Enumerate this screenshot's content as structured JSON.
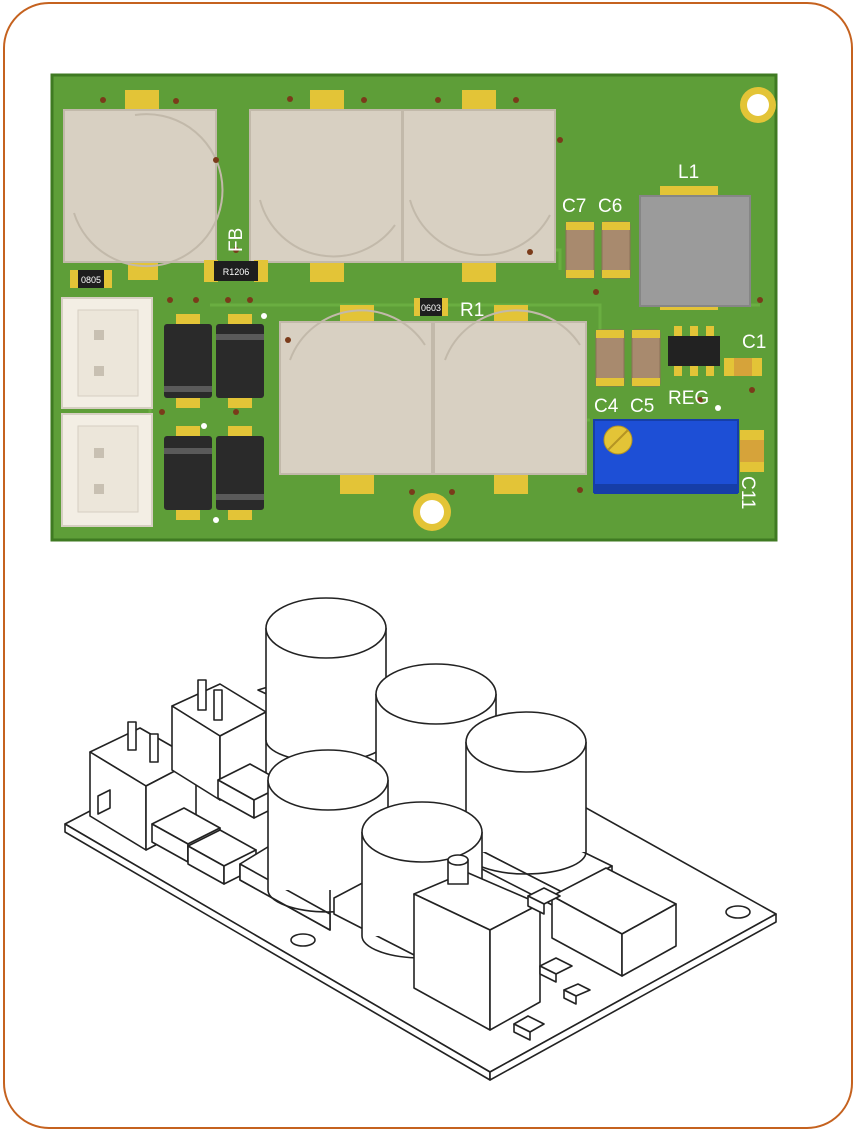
{
  "top_view": {
    "designators": {
      "fb": "FB",
      "r1": "R1",
      "l1": "L1",
      "c7": "C7",
      "c6": "C6",
      "c1": "C1",
      "c4": "C4",
      "c5": "C5",
      "reg": "REG",
      "c11": "C11"
    },
    "packages": {
      "r0805": "0805",
      "r1206": "R1206",
      "r0603": "0603"
    }
  },
  "colors": {
    "frame": "#c5621f",
    "board": "#5e9e38",
    "board_edge": "#3f7a22",
    "pad": "#e3c437",
    "capacitor_body": "#d8d0c2",
    "diode_body": "#2a2a2a",
    "connector": "#f3eee4",
    "inductor": "#9b9b9b",
    "trimmer": "#1d4fd6",
    "mlcc": "#a88a6e"
  }
}
